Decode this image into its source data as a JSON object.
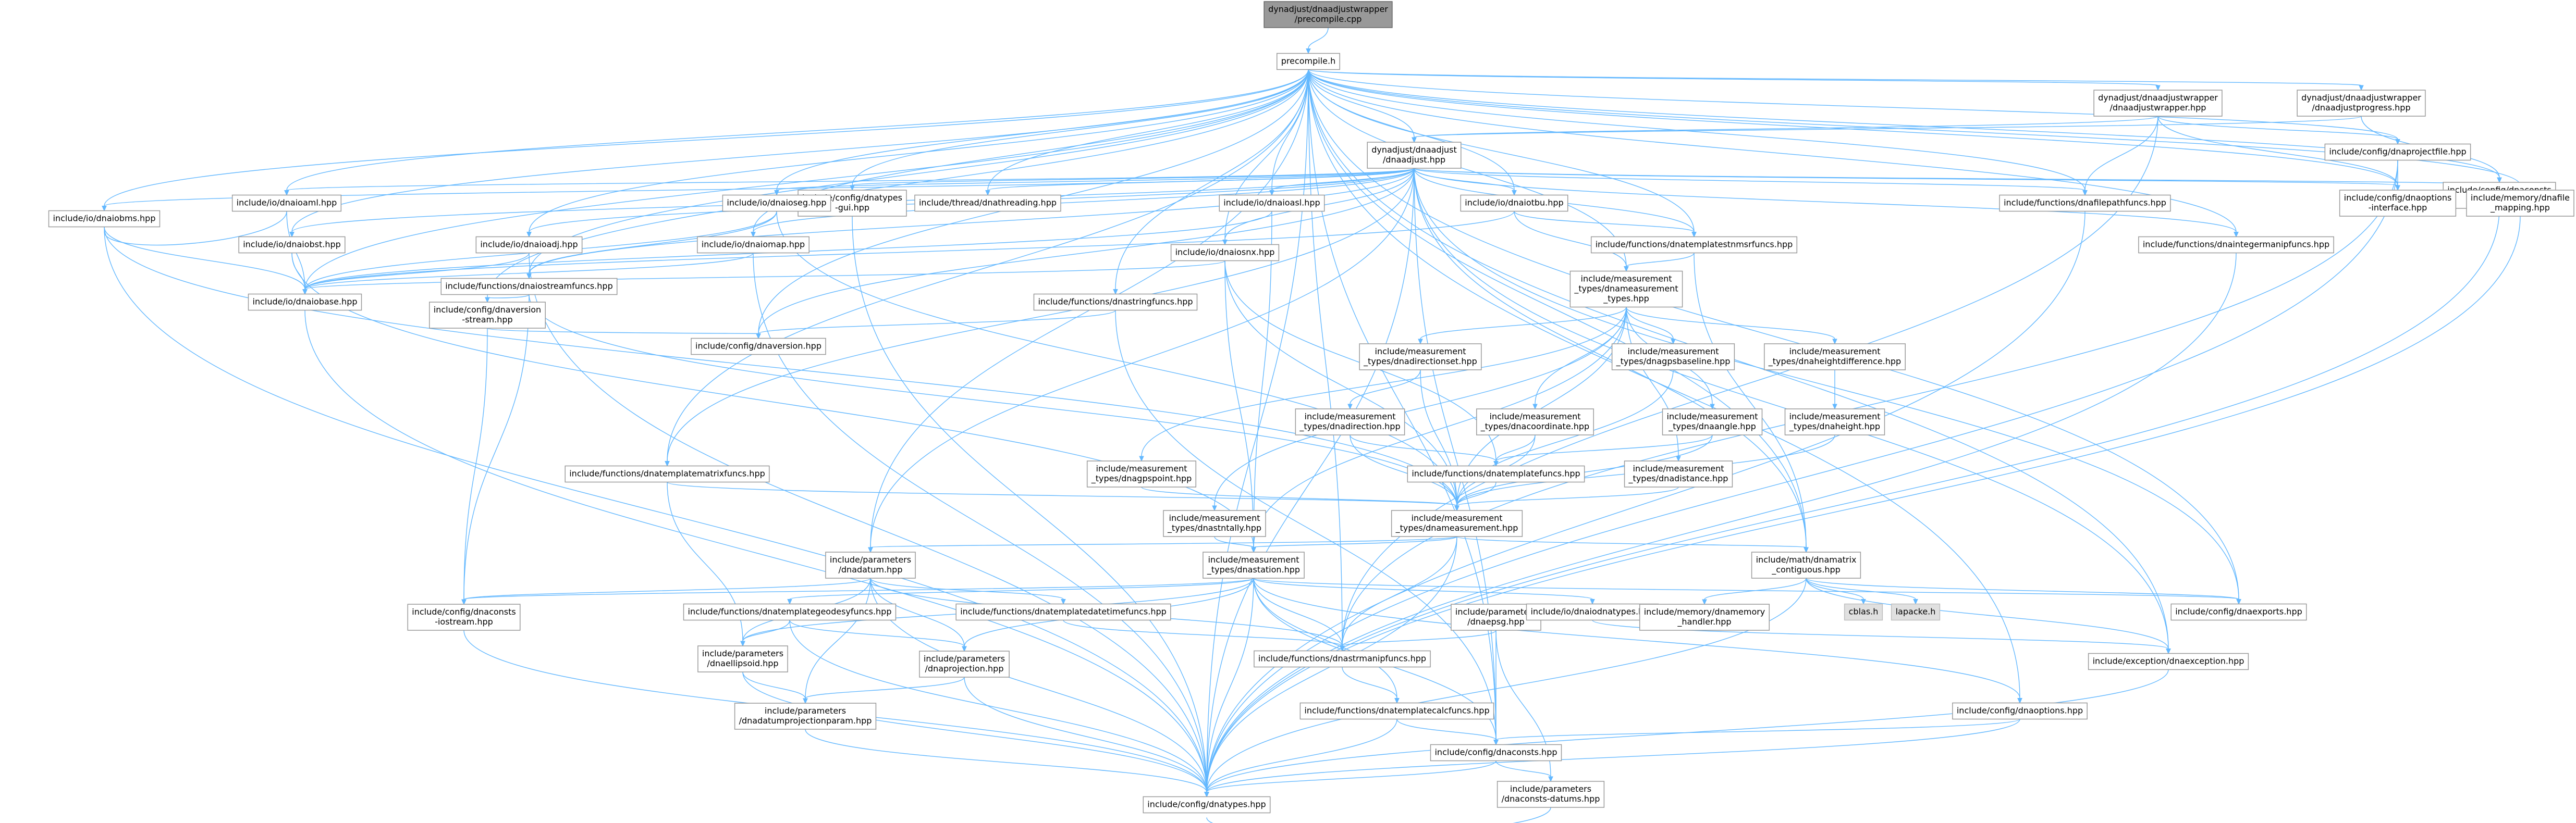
{
  "nodes": {
    "dynadjust_wrapper_precompile": {
      "label": [
        "dynadjust/dnaadjustwrapper",
        "/precompile.cpp"
      ],
      "root": true
    },
    "precompile_h": {
      "label": [
        "precompile.h"
      ]
    },
    "dnaadjustwrapper_hpp": {
      "label": [
        "dynadjust/dnaadjustwrapper",
        "/dnaadjustwrapper.hpp"
      ]
    },
    "dnaadjustprogress_hpp": {
      "label": [
        "dynadjust/dnaadjustwrapper",
        "/dnaadjustprogress.hpp"
      ]
    },
    "dnaadjust_hpp": {
      "label": [
        "dynadjust/dnaadjust",
        "/dnaadjust.hpp"
      ]
    },
    "dnaprojectfile_hpp": {
      "label": [
        "include/config/dnaprojectfile.hpp"
      ]
    },
    "dnaconsts_interface": {
      "label": [
        "include/config/dnaconsts",
        "-interface.hpp"
      ]
    },
    "dnaioaml_hpp": {
      "label": [
        "include/io/dnaioaml.hpp"
      ]
    },
    "dnatypes_gui": {
      "label": [
        "include/config/dnatypes",
        "-gui.hpp"
      ]
    },
    "dnathreading": {
      "label": [
        "include/thread/dnathreading.hpp"
      ]
    },
    "dnaioseg_hpp": {
      "label": [
        "include/io/dnaioseg.hpp"
      ]
    },
    "dnaiosnx_hpp": {
      "label": [
        "include/io/dnaiosnx.hpp"
      ]
    },
    "dnaiotbu_hpp": {
      "label": [
        "include/io/dnaiotbu.hpp"
      ]
    },
    "dnaiobms_hpp": {
      "label": [
        "include/io/dnaiobms.hpp"
      ]
    },
    "dnaiobst_hpp": {
      "label": [
        "include/io/dnaiobst.hpp"
      ]
    },
    "dnaiomap_hpp": {
      "label": [
        "include/io/dnaiomap.hpp"
      ]
    },
    "dnaioadj_hpp": {
      "label": [
        "include/io/dnaioadj.hpp"
      ]
    },
    "dnaioasl_hpp": {
      "label": [
        "include/io/dnaioasl.hpp"
      ]
    },
    "dnafilepathfuncs": {
      "label": [
        "include/functions/dnafilepathfuncs.hpp"
      ]
    },
    "dnaoptions_interface": {
      "label": [
        "include/config/dnaoptions",
        "-interface.hpp"
      ]
    },
    "dnafile_mapping": {
      "label": [
        "include/memory/dnafile",
        "_mapping.hpp"
      ]
    },
    "dnaiostreamfuncs": {
      "label": [
        "include/functions/dnaiostreamfuncs.hpp"
      ]
    },
    "dnatemplatestnmsrfuncs": {
      "label": [
        "include/functions/dnatemplatestnmsrfuncs.hpp"
      ]
    },
    "dnaintegermanipfuncs": {
      "label": [
        "include/functions/dnaintegermanipfuncs.hpp"
      ]
    },
    "dnaiobase_hpp": {
      "label": [
        "include/io/dnaiobase.hpp"
      ]
    },
    "dnaversion_stream": {
      "label": [
        "include/config/dnaversion",
        "-stream.hpp"
      ]
    },
    "dnaversion_hpp": {
      "label": [
        "include/config/dnaversion.hpp"
      ]
    },
    "dnastringfuncs": {
      "label": [
        "include/functions/dnastringfuncs.hpp"
      ]
    },
    "dnameasurement_types_hpp": {
      "label": [
        "include/measurement",
        "_types/dnameasurement",
        "_types.hpp"
      ]
    },
    "dnadirectionset": {
      "label": [
        "include/measurement",
        "_types/dnadirectionset.hpp"
      ]
    },
    "dnagpsbaseline": {
      "label": [
        "include/measurement",
        "_types/dnagpsbaseline.hpp"
      ]
    },
    "dnaheightdifference": {
      "label": [
        "include/measurement",
        "_types/dnaheightdifference.hpp"
      ]
    },
    "dnadirection": {
      "label": [
        "include/measurement",
        "_types/dnadirection.hpp"
      ]
    },
    "dnacoordinate": {
      "label": [
        "include/measurement",
        "_types/dnacoordinate.hpp"
      ]
    },
    "dnaangle": {
      "label": [
        "include/measurement",
        "_types/dnaangle.hpp"
      ]
    },
    "dnaheight": {
      "label": [
        "include/measurement",
        "_types/dnaheight.hpp"
      ]
    },
    "dnadistance": {
      "label": [
        "include/measurement",
        "_types/dnadistance.hpp"
      ]
    },
    "dnagpspoint": {
      "label": [
        "include/measurement",
        "_types/dnagpspoint.hpp"
      ]
    },
    "dnatemplatematrixfuncs": {
      "label": [
        "include/functions/dnatemplatematrixfuncs.hpp"
      ]
    },
    "dnatemplatefuncs": {
      "label": [
        "include/functions/dnatemplatefuncs.hpp"
      ]
    },
    "dnastntally": {
      "label": [
        "include/measurement",
        "_types/dnastntally.hpp"
      ]
    },
    "dnameasurement_hpp": {
      "label": [
        "include/measurement",
        "_types/dnameasurement.hpp"
      ]
    },
    "dnadatum_hpp": {
      "label": [
        "include/parameters",
        "/dnadatum.hpp"
      ]
    },
    "dnastation_hpp": {
      "label": [
        "include/measurement",
        "_types/dnastation.hpp"
      ]
    },
    "dnamatrix_contiguous": {
      "label": [
        "include/math/dnamatrix",
        "_contiguous.hpp"
      ]
    },
    "dnaconsts_iostream": {
      "label": [
        "include/config/dnaconsts",
        "-iostream.hpp"
      ]
    },
    "dnatemplategeodesyfuncs": {
      "label": [
        "include/functions/dnatemplategeodesyfuncs.hpp"
      ]
    },
    "dnatemplatedatetimefuncs": {
      "label": [
        "include/functions/dnatemplatedatetimefuncs.hpp"
      ]
    },
    "dnaepsg_hpp": {
      "label": [
        "include/parameters",
        "/dnaepsg.hpp"
      ]
    },
    "dnaiodnatypes": {
      "label": [
        "include/io/dnaiodnatypes.hpp"
      ]
    },
    "dnamemory_handler": {
      "label": [
        "include/memory/dnamemory",
        "_handler.hpp"
      ]
    },
    "cblas_h": {
      "label": [
        "cblas.h"
      ],
      "grey": true
    },
    "lapacke_h": {
      "label": [
        "lapacke.h"
      ],
      "grey": true
    },
    "dnaexports_hpp": {
      "label": [
        "include/config/dnaexports.hpp"
      ]
    },
    "dnaellipsoid_hpp": {
      "label": [
        "include/parameters",
        "/dnaellipsoid.hpp"
      ]
    },
    "dnaprojection_hpp": {
      "label": [
        "include/parameters",
        "/dnaprojection.hpp"
      ]
    },
    "dnastrmanipfuncs": {
      "label": [
        "include/functions/dnastrmanipfuncs.hpp"
      ]
    },
    "dnaexception_hpp": {
      "label": [
        "include/exception/dnaexception.hpp"
      ]
    },
    "dnaoptions_hpp": {
      "label": [
        "include/config/dnaoptions.hpp"
      ]
    },
    "dnadatumprojectionparam": {
      "label": [
        "include/parameters",
        "/dnadatumprojectionparam.hpp"
      ]
    },
    "dnatemplatecalcfuncs": {
      "label": [
        "include/functions/dnatemplatecalcfuncs.hpp"
      ]
    },
    "dnaconsts_hpp": {
      "label": [
        "include/config/dnaconsts.hpp"
      ]
    },
    "dnaconsts_datums": {
      "label": [
        "include/parameters",
        "/dnaconsts-datums.hpp"
      ]
    },
    "dnatypes_hpp": {
      "label": [
        "include/config/dnatypes.hpp"
      ]
    }
  },
  "edges": [
    [
      "dynadjust_wrapper_precompile",
      "precompile_h"
    ],
    [
      "precompile_h",
      "dnaadjustwrapper_hpp"
    ],
    [
      "precompile_h",
      "dnaadjustprogress_hpp"
    ],
    [
      "precompile_h",
      "dnaadjust_hpp"
    ],
    [
      "precompile_h",
      "dnaprojectfile_hpp"
    ],
    [
      "precompile_h",
      "dnaconsts_interface"
    ],
    [
      "precompile_h",
      "dnaioaml_hpp"
    ],
    [
      "precompile_h",
      "dnatypes_gui"
    ],
    [
      "precompile_h",
      "dnathreading"
    ],
    [
      "precompile_h",
      "dnaioseg_hpp"
    ],
    [
      "precompile_h",
      "dnaiosnx_hpp"
    ],
    [
      "precompile_h",
      "dnaiotbu_hpp"
    ],
    [
      "precompile_h",
      "dnaiobms_hpp"
    ],
    [
      "precompile_h",
      "dnaiobst_hpp"
    ],
    [
      "precompile_h",
      "dnaiomap_hpp"
    ],
    [
      "precompile_h",
      "dnaioadj_hpp"
    ],
    [
      "precompile_h",
      "dnaioasl_hpp"
    ],
    [
      "precompile_h",
      "dnafilepathfuncs"
    ],
    [
      "precompile_h",
      "dnaoptions_interface"
    ],
    [
      "precompile_h",
      "dnafile_mapping"
    ],
    [
      "precompile_h",
      "dnaiostreamfuncs"
    ],
    [
      "precompile_h",
      "dnatemplatestnmsrfuncs"
    ],
    [
      "precompile_h",
      "dnaintegermanipfuncs"
    ],
    [
      "precompile_h",
      "dnaiobase_hpp"
    ],
    [
      "precompile_h",
      "dnaversion_stream"
    ],
    [
      "precompile_h",
      "dnaversion_hpp"
    ],
    [
      "precompile_h",
      "dnastringfuncs"
    ],
    [
      "precompile_h",
      "dnameasurement_types_hpp"
    ],
    [
      "precompile_h",
      "dnatemplatematrixfuncs"
    ],
    [
      "precompile_h",
      "dnadatum_hpp"
    ],
    [
      "precompile_h",
      "dnamatrix_contiguous"
    ],
    [
      "precompile_h",
      "dnaexports_hpp"
    ],
    [
      "precompile_h",
      "dnaexception_hpp"
    ],
    [
      "precompile_h",
      "dnaoptions_hpp"
    ],
    [
      "precompile_h",
      "dnaconsts_hpp"
    ],
    [
      "precompile_h",
      "dnatypes_hpp"
    ],
    [
      "precompile_h",
      "dnastrmanipfuncs"
    ],
    [
      "dnaadjustwrapper_hpp",
      "dnaadjust_hpp"
    ],
    [
      "dnaadjustwrapper_hpp",
      "dnaprojectfile_hpp"
    ],
    [
      "dnaadjustwrapper_hpp",
      "dnafilepathfuncs"
    ],
    [
      "dnaadjustwrapper_hpp",
      "dnaoptions_interface"
    ],
    [
      "dnaadjustwrapper_hpp",
      "dnastrmanipfuncs"
    ],
    [
      "dnaadjustprogress_hpp",
      "dnaadjust_hpp"
    ],
    [
      "dnaadjustprogress_hpp",
      "dnaconsts_interface"
    ],
    [
      "dnaadjust_hpp",
      "dnaioaml_hpp"
    ],
    [
      "dnaadjust_hpp",
      "dnatypes_gui"
    ],
    [
      "dnaadjust_hpp",
      "dnathreading"
    ],
    [
      "dnaadjust_hpp",
      "dnaioseg_hpp"
    ],
    [
      "dnaadjust_hpp",
      "dnaiosnx_hpp"
    ],
    [
      "dnaadjust_hpp",
      "dnaiotbu_hpp"
    ],
    [
      "dnaadjust_hpp",
      "dnaiobms_hpp"
    ],
    [
      "dnaadjust_hpp",
      "dnaiobst_hpp"
    ],
    [
      "dnaadjust_hpp",
      "dnaiomap_hpp"
    ],
    [
      "dnaadjust_hpp",
      "dnaioadj_hpp"
    ],
    [
      "dnaadjust_hpp",
      "dnaioasl_hpp"
    ],
    [
      "dnaadjust_hpp",
      "dnafilepathfuncs"
    ],
    [
      "dnaadjust_hpp",
      "dnaoptions_interface"
    ],
    [
      "dnaadjust_hpp",
      "dnafile_mapping"
    ],
    [
      "dnaadjust_hpp",
      "dnaiostreamfuncs"
    ],
    [
      "dnaadjust_hpp",
      "dnatemplatestnmsrfuncs"
    ],
    [
      "dnaadjust_hpp",
      "dnaintegermanipfuncs"
    ],
    [
      "dnaadjust_hpp",
      "dnaversion_hpp"
    ],
    [
      "dnaadjust_hpp",
      "dnamatrix_contiguous"
    ],
    [
      "dnaadjust_hpp",
      "dnaexports_hpp"
    ],
    [
      "dnaadjust_hpp",
      "dnaexception_hpp"
    ],
    [
      "dnaadjust_hpp",
      "dnatypes_hpp"
    ],
    [
      "dnaadjust_hpp",
      "dnadatum_hpp"
    ],
    [
      "dnaadjust_hpp",
      "dnatemplatematrixfuncs"
    ],
    [
      "dnaadjust_hpp",
      "dnaconsts_hpp"
    ],
    [
      "dnaprojectfile_hpp",
      "dnaoptions_interface"
    ],
    [
      "dnaprojectfile_hpp",
      "dnatypes_hpp"
    ],
    [
      "dnaprojectfile_hpp",
      "dnastrmanipfuncs"
    ],
    [
      "dnaconsts_interface",
      "dnatypes_hpp"
    ],
    [
      "dnaioaml_hpp",
      "dnaiobase_hpp"
    ],
    [
      "dnaioaml_hpp",
      "dnaiobms_hpp"
    ],
    [
      "dnatypes_gui",
      "dnatypes_hpp"
    ],
    [
      "dnaioseg_hpp",
      "dnaiobase_hpp"
    ],
    [
      "dnaioseg_hpp",
      "dnaiostreamfuncs"
    ],
    [
      "dnaioseg_hpp",
      "dnameasurement_hpp"
    ],
    [
      "dnaiosnx_hpp",
      "dnaiobase_hpp"
    ],
    [
      "dnaiosnx_hpp",
      "dnastation_hpp"
    ],
    [
      "dnaiosnx_hpp",
      "dnameasurement_hpp"
    ],
    [
      "dnaiosnx_hpp",
      "dnatemplatefuncs"
    ],
    [
      "dnaiotbu_hpp",
      "dnaiobase_hpp"
    ],
    [
      "dnaiotbu_hpp",
      "dnatemplatestnmsrfuncs"
    ],
    [
      "dnaiotbu_hpp",
      "dnameasurement_types_hpp"
    ],
    [
      "dnaiobms_hpp",
      "dnaiobase_hpp"
    ],
    [
      "dnaiobms_hpp",
      "dnameasurement_hpp"
    ],
    [
      "dnaiobms_hpp",
      "dnatypes_hpp"
    ],
    [
      "dnaiobst_hpp",
      "dnaiobase_hpp"
    ],
    [
      "dnaiobst_hpp",
      "dnastation_hpp"
    ],
    [
      "dnaiomap_hpp",
      "dnaiobase_hpp"
    ],
    [
      "dnaiomap_hpp",
      "dnatypes_hpp"
    ],
    [
      "dnaioadj_hpp",
      "dnaiobase_hpp"
    ],
    [
      "dnaioadj_hpp",
      "dnatypes_hpp"
    ],
    [
      "dnaioasl_hpp",
      "dnaiobase_hpp"
    ],
    [
      "dnaioasl_hpp",
      "dnastation_hpp"
    ],
    [
      "dnafilepathfuncs",
      "dnatypes_hpp"
    ],
    [
      "dnafile_mapping",
      "dnatypes_hpp"
    ],
    [
      "dnaiostreamfuncs",
      "dnaversion_stream"
    ],
    [
      "dnaiostreamfuncs",
      "dnaconsts_iostream"
    ],
    [
      "dnaiostreamfuncs",
      "dnameasurement_hpp"
    ],
    [
      "dnatemplatestnmsrfuncs",
      "dnameasurement_types_hpp"
    ],
    [
      "dnatemplatestnmsrfuncs",
      "dnamatrix_contiguous"
    ],
    [
      "dnaintegermanipfuncs",
      "dnatypes_hpp"
    ],
    [
      "dnaiobase_hpp",
      "dnatypes_hpp"
    ],
    [
      "dnaversion_stream",
      "dnaversion_hpp"
    ],
    [
      "dnaversion_stream",
      "dnaconsts_iostream"
    ],
    [
      "dnastringfuncs",
      "dnaversion_hpp"
    ],
    [
      "dnastringfuncs",
      "dnaconsts_hpp"
    ],
    [
      "dnameasurement_types_hpp",
      "dnadirectionset"
    ],
    [
      "dnameasurement_types_hpp",
      "dnagpsbaseline"
    ],
    [
      "dnameasurement_types_hpp",
      "dnaheightdifference"
    ],
    [
      "dnameasurement_types_hpp",
      "dnacoordinate"
    ],
    [
      "dnameasurement_types_hpp",
      "dnaangle"
    ],
    [
      "dnameasurement_types_hpp",
      "dnadistance"
    ],
    [
      "dnameasurement_types_hpp",
      "dnagpspoint"
    ],
    [
      "dnameasurement_types_hpp",
      "dnameasurement_hpp"
    ],
    [
      "dnameasurement_types_hpp",
      "dnastation_hpp"
    ],
    [
      "dnameasurement_types_hpp",
      "dnastntally"
    ],
    [
      "dnadirectionset",
      "dnadirection"
    ],
    [
      "dnadirectionset",
      "dnameasurement_hpp"
    ],
    [
      "dnaheightdifference",
      "dnaheight"
    ],
    [
      "dnadirection",
      "dnameasurement_hpp"
    ],
    [
      "dnadirection",
      "dnatemplatefuncs"
    ],
    [
      "dnacoordinate",
      "dnameasurement_hpp"
    ],
    [
      "dnacoordinate",
      "dnatemplatefuncs"
    ],
    [
      "dnaangle",
      "dnameasurement_hpp"
    ],
    [
      "dnaangle",
      "dnatemplatefuncs"
    ],
    [
      "dnaheight",
      "dnameasurement_hpp"
    ],
    [
      "dnadistance",
      "dnameasurement_hpp"
    ],
    [
      "dnagpspoint",
      "dnameasurement_hpp"
    ],
    [
      "dnagpsbaseline",
      "dnameasurement_hpp"
    ],
    [
      "dnatemplatematrixfuncs",
      "dnameasurement_hpp"
    ],
    [
      "dnatemplatematrixfuncs",
      "dnaellipsoid_hpp"
    ],
    [
      "dnatemplatefuncs",
      "dnameasurement_hpp"
    ],
    [
      "dnastntally",
      "dnastation_hpp"
    ],
    [
      "dnameasurement_hpp",
      "dnastation_hpp"
    ],
    [
      "dnameasurement_hpp",
      "dnadatum_hpp"
    ],
    [
      "dnameasurement_hpp",
      "dnamatrix_contiguous"
    ],
    [
      "dnameasurement_hpp",
      "dnastrmanipfuncs"
    ],
    [
      "dnameasurement_hpp",
      "dnatypes_hpp"
    ],
    [
      "dnadatum_hpp",
      "dnaellipsoid_hpp"
    ],
    [
      "dnadatum_hpp",
      "dnaprojection_hpp"
    ],
    [
      "dnadatum_hpp",
      "dnatemplatedatetimefuncs"
    ],
    [
      "dnadatum_hpp",
      "dnatypes_hpp"
    ],
    [
      "dnadatum_hpp",
      "dnaconsts_iostream"
    ],
    [
      "dnadatum_hpp",
      "dnastrmanipfuncs"
    ],
    [
      "dnadatum_hpp",
      "dnadatumprojectionparam"
    ],
    [
      "dnastation_hpp",
      "dnaconsts_iostream"
    ],
    [
      "dnastation_hpp",
      "dnatemplategeodesyfuncs"
    ],
    [
      "dnastation_hpp",
      "dnaellipsoid_hpp"
    ],
    [
      "dnastation_hpp",
      "dnaprojection_hpp"
    ],
    [
      "dnastation_hpp",
      "dnaiodnatypes"
    ],
    [
      "dnastation_hpp",
      "dnaexports_hpp"
    ],
    [
      "dnastation_hpp",
      "dnatemplatecalcfuncs"
    ],
    [
      "dnastation_hpp",
      "dnaconsts_hpp"
    ],
    [
      "dnastation_hpp",
      "dnatypes_hpp"
    ],
    [
      "dnastation_hpp",
      "dnastrmanipfuncs"
    ],
    [
      "dnastation_hpp",
      "dnaoptions_hpp"
    ],
    [
      "dnamatrix_contiguous",
      "dnamemory_handler"
    ],
    [
      "dnamatrix_contiguous",
      "cblas_h"
    ],
    [
      "dnamatrix_contiguous",
      "lapacke_h"
    ],
    [
      "dnamatrix_contiguous",
      "dnaexception_hpp"
    ],
    [
      "dnamatrix_contiguous",
      "dnatypes_hpp"
    ],
    [
      "dnamatrix_contiguous",
      "dnaexports_hpp"
    ],
    [
      "dnaconsts_iostream",
      "dnatypes_hpp"
    ],
    [
      "dnatemplategeodesyfuncs",
      "dnaellipsoid_hpp"
    ],
    [
      "dnatemplategeodesyfuncs",
      "dnaprojection_hpp"
    ],
    [
      "dnatemplategeodesyfuncs",
      "dnatypes_hpp"
    ],
    [
      "dnatemplatedatetimefuncs",
      "dnastrmanipfuncs"
    ],
    [
      "dnaepsg_hpp",
      "dnastrmanipfuncs"
    ],
    [
      "dnaepsg_hpp",
      "dnaconsts_datums"
    ],
    [
      "dnaepsg_hpp",
      "dnaconsts_hpp"
    ],
    [
      "dnaiodnatypes",
      "dnaexception_hpp"
    ],
    [
      "dnaellipsoid_hpp",
      "dnadatumprojectionparam"
    ],
    [
      "dnaellipsoid_hpp",
      "dnatypes_hpp"
    ],
    [
      "dnaprojection_hpp",
      "dnadatumprojectionparam"
    ],
    [
      "dnaprojection_hpp",
      "dnatypes_hpp"
    ],
    [
      "dnastrmanipfuncs",
      "dnatemplatecalcfuncs"
    ],
    [
      "dnaexception_hpp",
      "dnatypes_hpp"
    ],
    [
      "dnaoptions_hpp",
      "dnaconsts_hpp"
    ],
    [
      "dnaoptions_hpp",
      "dnatypes_hpp"
    ],
    [
      "dnadatumprojectionparam",
      "dnatypes_hpp"
    ],
    [
      "dnatemplatecalcfuncs",
      "dnaconsts_hpp"
    ],
    [
      "dnatemplatecalcfuncs",
      "dnatypes_hpp"
    ],
    [
      "dnaconsts_hpp",
      "dnaconsts_datums"
    ],
    [
      "dnaconsts_hpp",
      "dnatypes_hpp"
    ],
    [
      "dnaconsts_datums",
      "dnatypes_hpp"
    ]
  ]
}
